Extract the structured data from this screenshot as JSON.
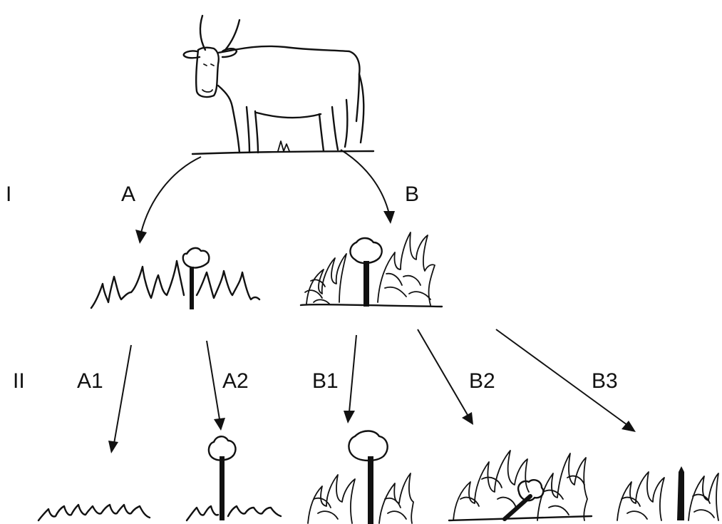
{
  "levels": {
    "level1": "I",
    "level2": "II"
  },
  "paths": {
    "a": "A",
    "b": "B",
    "a1": "A1",
    "a2": "A2",
    "b1": "B1",
    "b2": "B2",
    "b3": "B3"
  }
}
